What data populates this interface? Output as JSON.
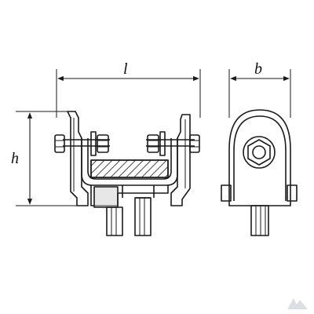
{
  "dimensions": {
    "length_label": "l",
    "height_label": "h",
    "width_label": "b"
  },
  "colors": {
    "stroke": "#1a1a1a",
    "hatch": "#1a1a1a",
    "background": "#ffffff",
    "shadow": "#cfcfcf"
  }
}
